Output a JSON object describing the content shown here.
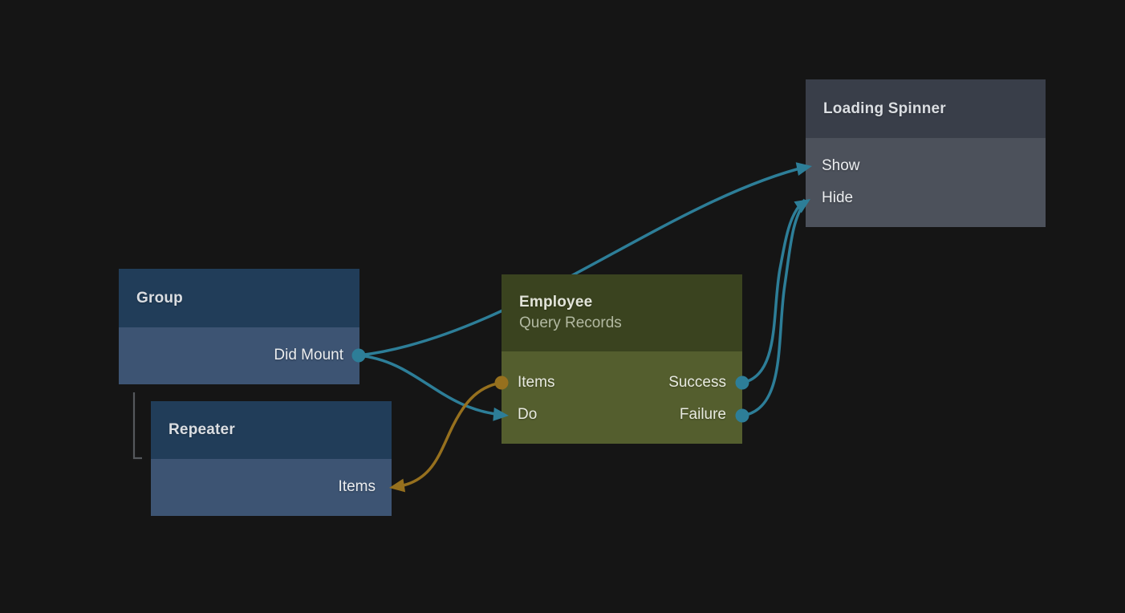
{
  "canvas": {
    "background": "#151515"
  },
  "colors": {
    "edge_teal": "#2d7e98",
    "edge_orange": "#96701e",
    "hierarchy_line": "#55585c",
    "blue_node_header": "#213d59",
    "blue_node_body": "#3d5473",
    "green_node_header": "#3a431f",
    "green_node_body": "#545e2e",
    "gray_node_header": "#393e49",
    "gray_node_body": "#4c515b"
  },
  "nodes": {
    "group": {
      "title": "Group",
      "ports": {
        "did_mount": "Did Mount"
      }
    },
    "repeater": {
      "title": "Repeater",
      "ports": {
        "items": "Items"
      }
    },
    "employee": {
      "title": "Employee",
      "subtitle": "Query Records",
      "ports": {
        "items": "Items",
        "do": "Do",
        "success": "Success",
        "failure": "Failure"
      }
    },
    "loading_spinner": {
      "title": "Loading Spinner",
      "ports": {
        "show": "Show",
        "hide": "Hide"
      }
    }
  },
  "edges": [
    {
      "from": "group.did_mount",
      "to": "loading_spinner.show",
      "color": "teal"
    },
    {
      "from": "group.did_mount",
      "to": "employee.do",
      "color": "teal"
    },
    {
      "from": "employee.success",
      "to": "loading_spinner.hide",
      "color": "teal"
    },
    {
      "from": "employee.failure",
      "to": "loading_spinner.hide",
      "color": "teal"
    },
    {
      "from": "employee.items",
      "to": "repeater.items",
      "color": "orange"
    }
  ],
  "hierarchy": [
    {
      "parent": "group",
      "child": "repeater"
    }
  ]
}
